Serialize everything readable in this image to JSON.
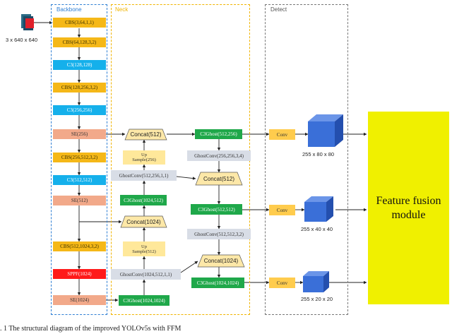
{
  "input": {
    "label": "3 x 640 x 640"
  },
  "backbone": {
    "title": "Backbone",
    "blocks": [
      "CBS(3,64,1,1)",
      "CBS(64,128,3,2)",
      "C3(128,128)",
      "CBS(128,256,3,2)",
      "C3(256,256)",
      "SE(256)",
      "CBS(256,512,3,2)",
      "C3(512,512)",
      "SE(512)",
      "CBS(512,1024,3,2)",
      "SPPF(1024)",
      "SE(1024)"
    ]
  },
  "neck": {
    "title": "Neck",
    "concat1": "Concat(512)",
    "upsample1": "Up\nSample(256)",
    "ghostconv1": "GhostConv(512,256,1,1)",
    "c3ghost1": "C3Ghost(1024,512)",
    "concat2": "Concat(1024)",
    "upsample2": "Up\nSample(512)",
    "ghostconv2": "GhostConv(1024,512,1,1)",
    "c3ghost2": "C3Ghost(1024,1024)",
    "c3ghost3": "C3Ghost(512,256)",
    "ghostconv3": "GhostConv(256,256,3,4)",
    "concat3": "Concat(512)",
    "c3ghost4": "C3Ghost(512,512)",
    "ghostconv4": "GhostConv(512,512,3,2)",
    "concat4": "Concat(1024)",
    "c3ghost5": "C3Ghost(1024,1024)"
  },
  "detect": {
    "title": "Detect",
    "conv_labels": [
      "Conv",
      "Conv",
      "Conv"
    ],
    "outputs": [
      "255 x 80 x 80",
      "255 x 40 x 40",
      "255 x 20 x 20"
    ]
  },
  "ffm": {
    "label": "Feature fusion\nmodule"
  },
  "caption": ". 1  The structural diagram of the improved YOLOv5s with FFM",
  "colors": {
    "cbs": "#f5b818",
    "c3": "#15b0eb",
    "se": "#f2a98a",
    "sppf": "#ff1a1a",
    "c3ghost": "#1fa84a",
    "ghostconv": "#d8dde6",
    "upsample": "#ffe89a",
    "concat": "#fde8a8",
    "cube": "#3a6fd8",
    "ffm": "#f0f000"
  }
}
